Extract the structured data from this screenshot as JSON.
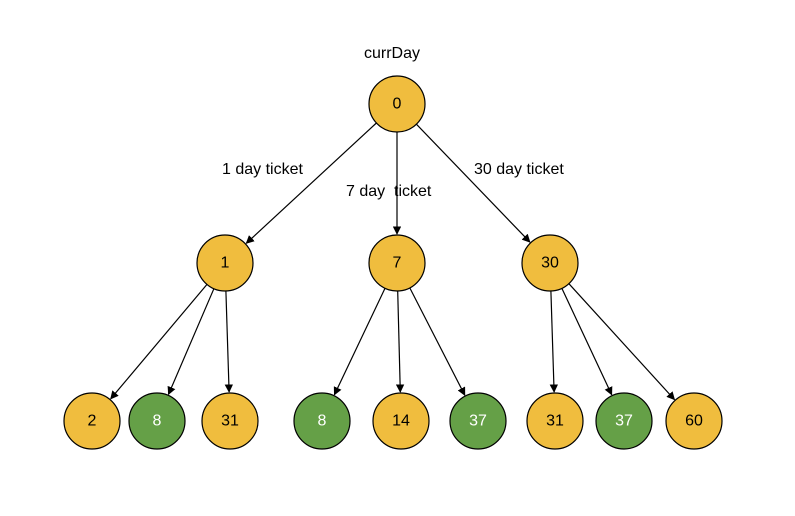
{
  "colors": {
    "yellow": "#F0BD3E",
    "green": "#65A047",
    "stroke": "#000000",
    "edge": "#000000"
  },
  "header_label": "currDay",
  "edge_labels": {
    "one_day": "1 day ticket",
    "seven_day": "7 day  ticket",
    "thirty_day": "30 day ticket"
  },
  "nodes": {
    "root": {
      "label": "0",
      "fill": "yellow"
    },
    "l1": [
      {
        "label": "1",
        "fill": "yellow"
      },
      {
        "label": "7",
        "fill": "yellow"
      },
      {
        "label": "30",
        "fill": "yellow"
      }
    ],
    "l2": [
      {
        "label": "2",
        "fill": "yellow"
      },
      {
        "label": "8",
        "fill": "green"
      },
      {
        "label": "31",
        "fill": "yellow"
      },
      {
        "label": "8",
        "fill": "green"
      },
      {
        "label": "14",
        "fill": "yellow"
      },
      {
        "label": "37",
        "fill": "green"
      },
      {
        "label": "31",
        "fill": "yellow"
      },
      {
        "label": "37",
        "fill": "green"
      },
      {
        "label": "60",
        "fill": "yellow"
      }
    ]
  }
}
